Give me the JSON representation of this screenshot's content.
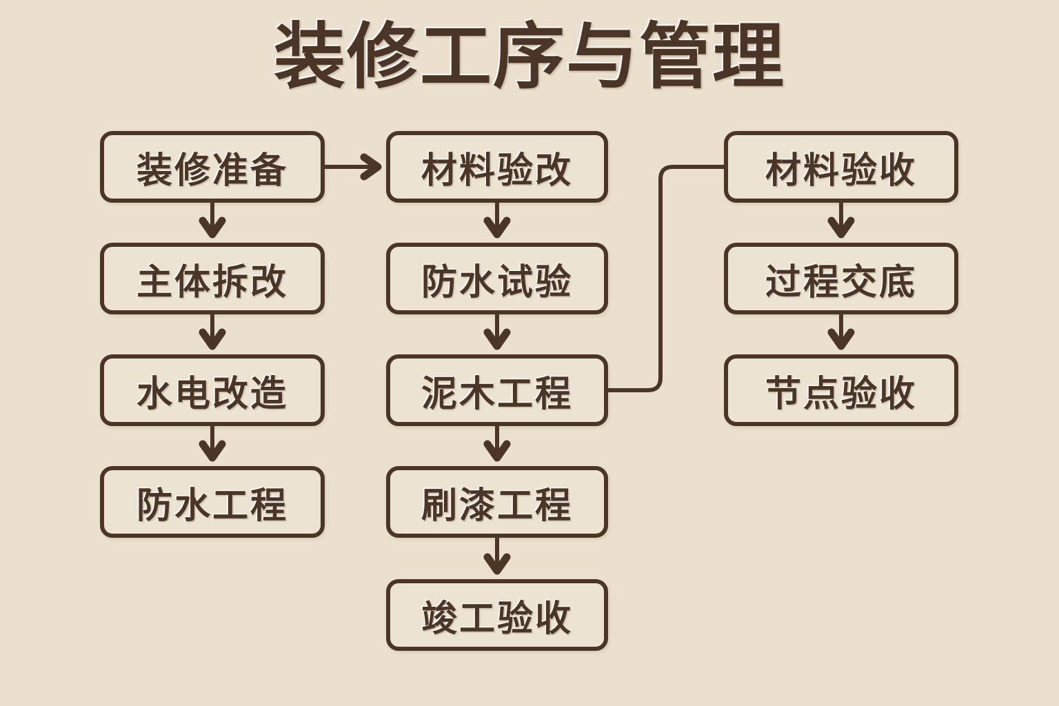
{
  "page": {
    "title": "装修工序与管理",
    "background_color": "#eae0cd",
    "stroke_color": "#4a3526",
    "box_fill_color": "#ece3d2",
    "text_color": "#4a3526"
  },
  "flowchart": {
    "type": "flowchart",
    "columns": [
      {
        "id": "left",
        "nodes": [
          {
            "id": "prep",
            "label": "装修准备"
          },
          {
            "id": "demo",
            "label": "主体拆改"
          },
          {
            "id": "plumb",
            "label": "水电改造"
          },
          {
            "id": "waterproof",
            "label": "防水工程"
          }
        ]
      },
      {
        "id": "middle",
        "nodes": [
          {
            "id": "matcheck",
            "label": "材料验改"
          },
          {
            "id": "watertest",
            "label": "防水试验"
          },
          {
            "id": "mudwood",
            "label": "泥木工程"
          },
          {
            "id": "paint",
            "label": "刷漆工程"
          },
          {
            "id": "final",
            "label": "竣工验收"
          }
        ]
      },
      {
        "id": "right",
        "nodes": [
          {
            "id": "matacc",
            "label": "材料验收"
          },
          {
            "id": "brief",
            "label": "过程交底"
          },
          {
            "id": "nodeacc",
            "label": "节点验收"
          }
        ]
      }
    ],
    "edges": [
      {
        "from": "prep",
        "to": "demo",
        "direction": "down",
        "arrow": true
      },
      {
        "from": "demo",
        "to": "plumb",
        "direction": "down",
        "arrow": true
      },
      {
        "from": "plumb",
        "to": "waterproof",
        "direction": "down",
        "arrow": true
      },
      {
        "from": "prep",
        "to": "matcheck",
        "direction": "right",
        "arrow": true
      },
      {
        "from": "matcheck",
        "to": "watertest",
        "direction": "down",
        "arrow": true
      },
      {
        "from": "watertest",
        "to": "mudwood",
        "direction": "down",
        "arrow": true
      },
      {
        "from": "mudwood",
        "to": "paint",
        "direction": "down",
        "arrow": true
      },
      {
        "from": "paint",
        "to": "final",
        "direction": "down",
        "arrow": true
      },
      {
        "from": "mudwood",
        "to": "matacc",
        "direction": "elbow-right-up",
        "arrow": false
      },
      {
        "from": "matacc",
        "to": "brief",
        "direction": "down",
        "arrow": true
      },
      {
        "from": "brief",
        "to": "nodeacc",
        "direction": "down",
        "arrow": true
      }
    ]
  }
}
